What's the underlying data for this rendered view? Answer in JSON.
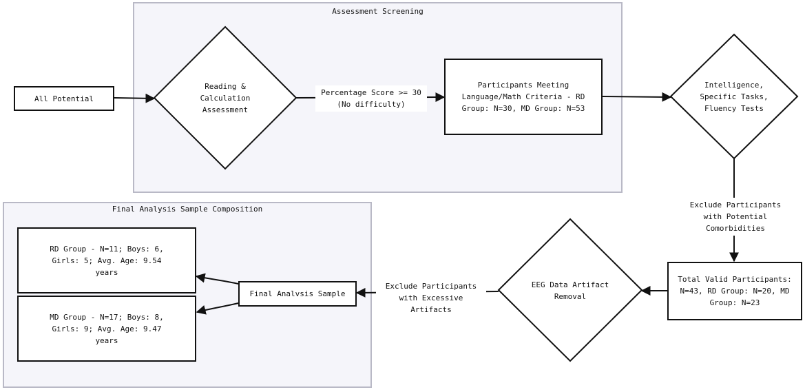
{
  "groups": {
    "screening": "Assessment Screening",
    "final": "Final Analysis Sample Composition"
  },
  "nodes": {
    "all_potential": "All Potential",
    "reading_calc": "Reading & Calculation Assessment",
    "meeting_criteria": "Participants Meeting Language/Math Criteria - RD Group: N=30, MD Group: N=53",
    "intelligence": "Intelligence, Specific Tasks, Fluency Tests",
    "total_valid": "Total Valid Participants: N=43, RD Group: N=20, MD Group: N=23",
    "eeg_removal": "EEG Data Artifact Removal",
    "final_sample": "Final Analvsis Sample",
    "rd_group": "RD Group - N=11; Boys: 6, Girls: 5; Avg. Age: 9.54 years",
    "md_group": "MD Group - N=17; Boys: 8, Girls: 9; Avg. Age: 9.47 years"
  },
  "edges": {
    "percentage_score": "Percentage Score >= 30 (No difficulty)",
    "exclude_comorbidities": "Exclude Participants with Potential Comorbidities",
    "exclude_artifacts": "Exclude Participants with Excessive Artifacts"
  }
}
